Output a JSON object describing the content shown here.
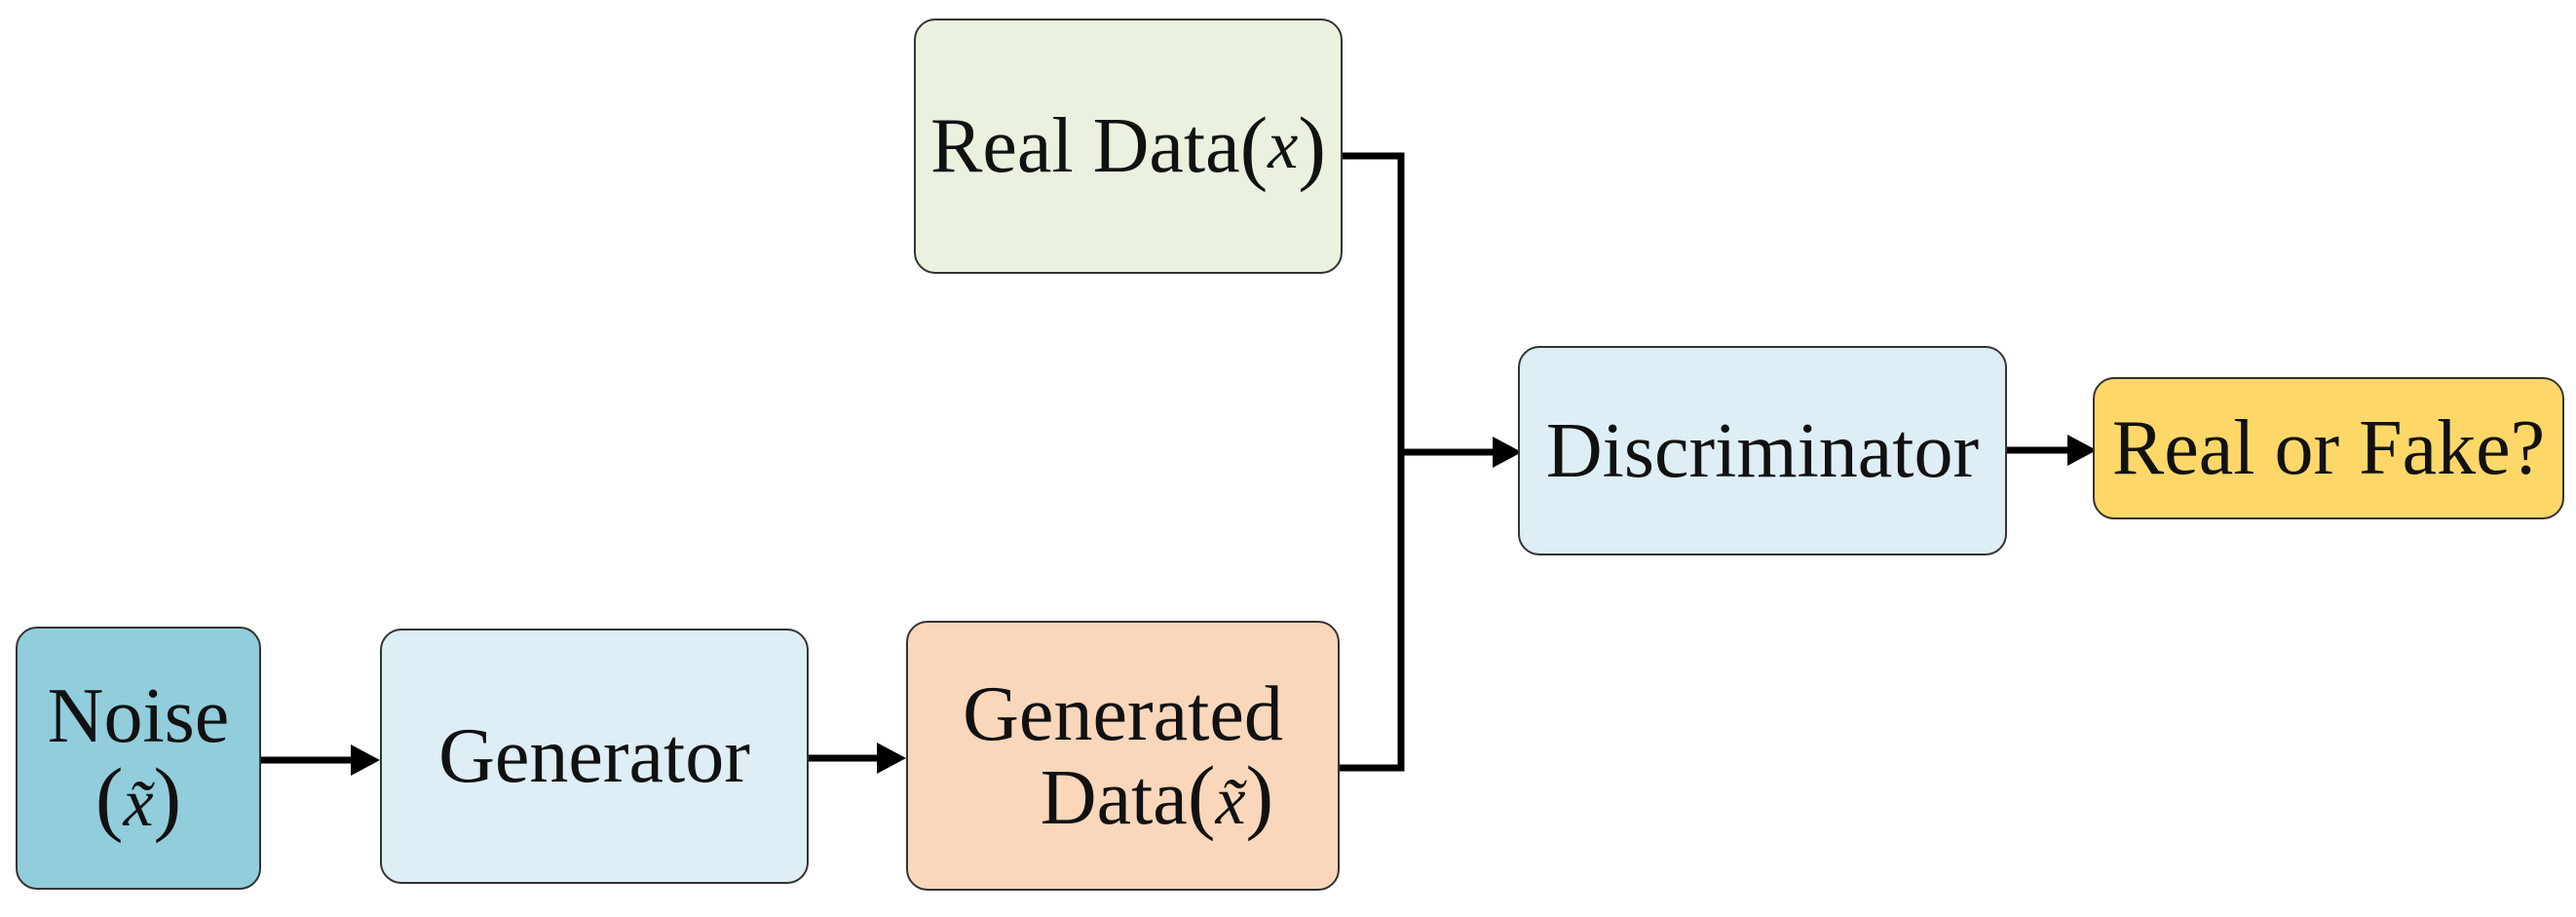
{
  "diagram": {
    "nodes": {
      "real_data": {
        "label": "Real Data",
        "symbol_open": "(",
        "symbol": "x",
        "symbol_close": ")",
        "fill": "#EAF1DE"
      },
      "discriminator": {
        "label": "Discriminator",
        "fill": "#DDEEF4"
      },
      "real_or_fake": {
        "label": "Real or Fake?",
        "fill": "#FDD868"
      },
      "noise": {
        "label": "Noise",
        "symbol_open": "(",
        "symbol": "x̃",
        "symbol_close": ")",
        "fill": "#92CDDC"
      },
      "generator": {
        "label": "Generator",
        "fill": "#DDEEF4"
      },
      "generated_data": {
        "label_line1": "Generated",
        "label_line2": "Data",
        "symbol_open": "(",
        "symbol": "x̃",
        "symbol_close": ")",
        "fill": "#FAD7BA"
      }
    },
    "edges": [
      {
        "from": "noise",
        "to": "generator"
      },
      {
        "from": "generator",
        "to": "generated_data"
      },
      {
        "from": "real_data",
        "to": "discriminator"
      },
      {
        "from": "generated_data",
        "to": "discriminator"
      },
      {
        "from": "discriminator",
        "to": "real_or_fake"
      }
    ]
  }
}
